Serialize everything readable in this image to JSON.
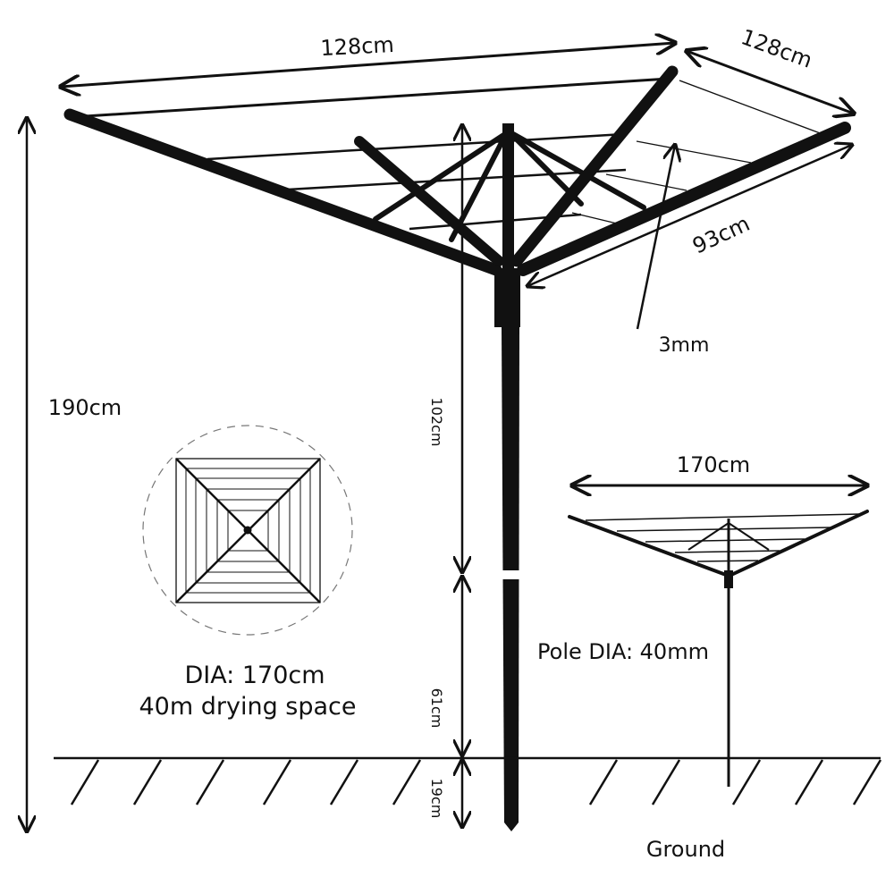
{
  "dimensions": {
    "arm_span_front": "128cm",
    "arm_span_side": "128cm",
    "arm_length": "93cm",
    "line_thickness": "3mm",
    "total_height": "190cm",
    "upper_pole": "102cm",
    "lower_pole": "61cm",
    "ground_spike": "19cm",
    "open_width": "170cm",
    "pole_diameter": "Pole DIA: 40mm"
  },
  "plan_view": {
    "diameter": "DIA: 170cm",
    "drying_space": "40m drying space"
  },
  "ground_label": "Ground",
  "colors": {
    "ink": "#111111",
    "background": "#ffffff"
  }
}
